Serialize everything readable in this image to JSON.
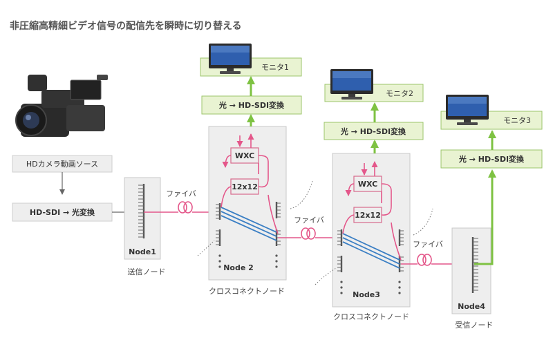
{
  "title": "非圧縮高精細ビデオ信号の配信先を瞬時に切り替える",
  "source": {
    "camera_label": "HDカメラ動画ソース",
    "converter_label": "HD-SDI → 光変換"
  },
  "fiber_label": "ファイバ",
  "nodes": {
    "node1": {
      "label": "Node1",
      "caption": "送信ノード"
    },
    "node2": {
      "label": "Node 2",
      "caption": "クロスコネクトノード",
      "wxc": "WXC",
      "switch": "12x12"
    },
    "node3": {
      "label": "Node3",
      "caption": "クロスコネクトノード",
      "wxc": "WXC",
      "switch": "12x12"
    },
    "node4": {
      "label": "Node4",
      "caption": "受信ノード"
    }
  },
  "outputs": [
    {
      "converter": "光 → HD-SDI変換",
      "monitor": "モニタ1"
    },
    {
      "converter": "光 → HD-SDI変換",
      "monitor": "モニタ2"
    },
    {
      "converter": "光 → HD-SDI変換",
      "monitor": "モニタ3"
    }
  ],
  "colors": {
    "optical_signal": "#e4578a",
    "video_output": "#7ec242",
    "internal_path": "#3b7fc4",
    "green_box": "#e9f3d2"
  }
}
